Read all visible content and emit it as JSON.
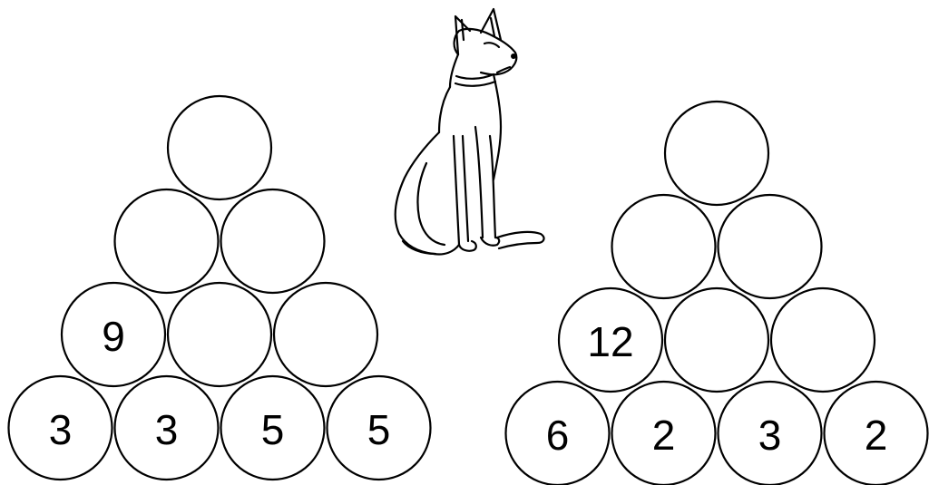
{
  "left_pyramid": {
    "rows": [
      [
        ""
      ],
      [
        "",
        ""
      ],
      [
        "9",
        "",
        ""
      ],
      [
        "3",
        "3",
        "5",
        "5"
      ]
    ]
  },
  "right_pyramid": {
    "rows": [
      [
        ""
      ],
      [
        "",
        ""
      ],
      [
        "12",
        "",
        ""
      ],
      [
        "6",
        "2",
        "3",
        "2"
      ]
    ]
  },
  "illustration": {
    "icon": "sitting-cat-icon"
  },
  "colors": {
    "line": "#000000",
    "background": "#ffffff"
  }
}
